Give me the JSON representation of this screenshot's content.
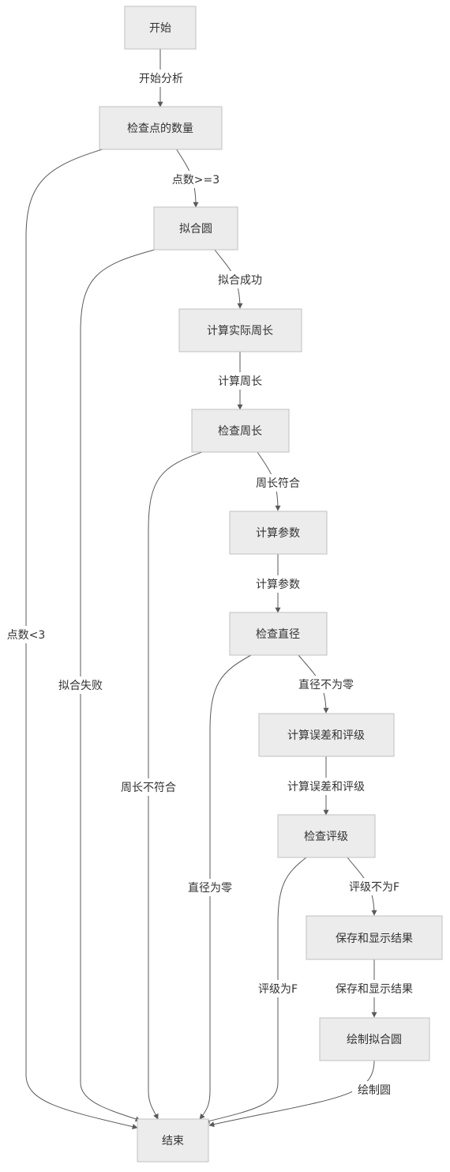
{
  "nodes": {
    "start": "开始",
    "check_points": "检查点的数量",
    "fit_circle": "拟合圆",
    "calc_perimeter": "计算实际周长",
    "check_perimeter": "检查周长",
    "calc_params": "计算参数",
    "check_diameter": "检查直径",
    "calc_error": "计算误差和评级",
    "check_grade": "检查评级",
    "save_display": "保存和显示结果",
    "draw_fit": "绘制拟合圆",
    "end": "结束"
  },
  "edges": {
    "start_analysis": "开始分析",
    "points_ge3": "点数>=3",
    "points_lt3": "点数<3",
    "fit_success": "拟合成功",
    "fit_fail": "拟合失败",
    "calc_perimeter": "计算周长",
    "perimeter_ok": "周长符合",
    "perimeter_bad": "周长不符合",
    "calc_params": "计算参数",
    "diameter_nonzero": "直径不为零",
    "diameter_zero": "直径为零",
    "calc_error": "计算误差和评级",
    "grade_not_f": "评级不为F",
    "grade_f": "评级为F",
    "save_display": "保存和显示结果",
    "draw_circle": "绘制圆"
  }
}
